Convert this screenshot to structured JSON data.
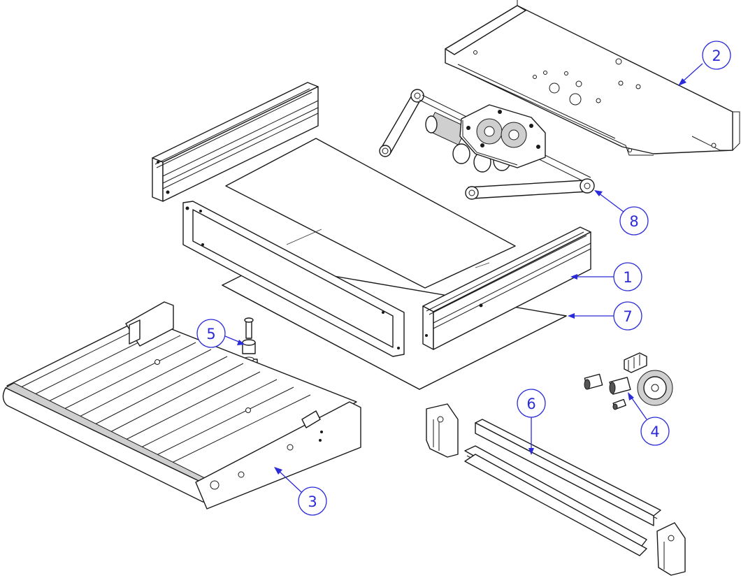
{
  "callouts": [
    {
      "id": "1",
      "label": "1"
    },
    {
      "id": "2",
      "label": "2"
    },
    {
      "id": "3",
      "label": "3"
    },
    {
      "id": "4",
      "label": "4"
    },
    {
      "id": "5",
      "label": "5"
    },
    {
      "id": "6",
      "label": "6"
    },
    {
      "id": "7",
      "label": "7"
    },
    {
      "id": "8",
      "label": "8"
    }
  ],
  "colors": {
    "callout": "#2b2bd9",
    "line": "#1a1a1a",
    "background": "#ffffff"
  }
}
